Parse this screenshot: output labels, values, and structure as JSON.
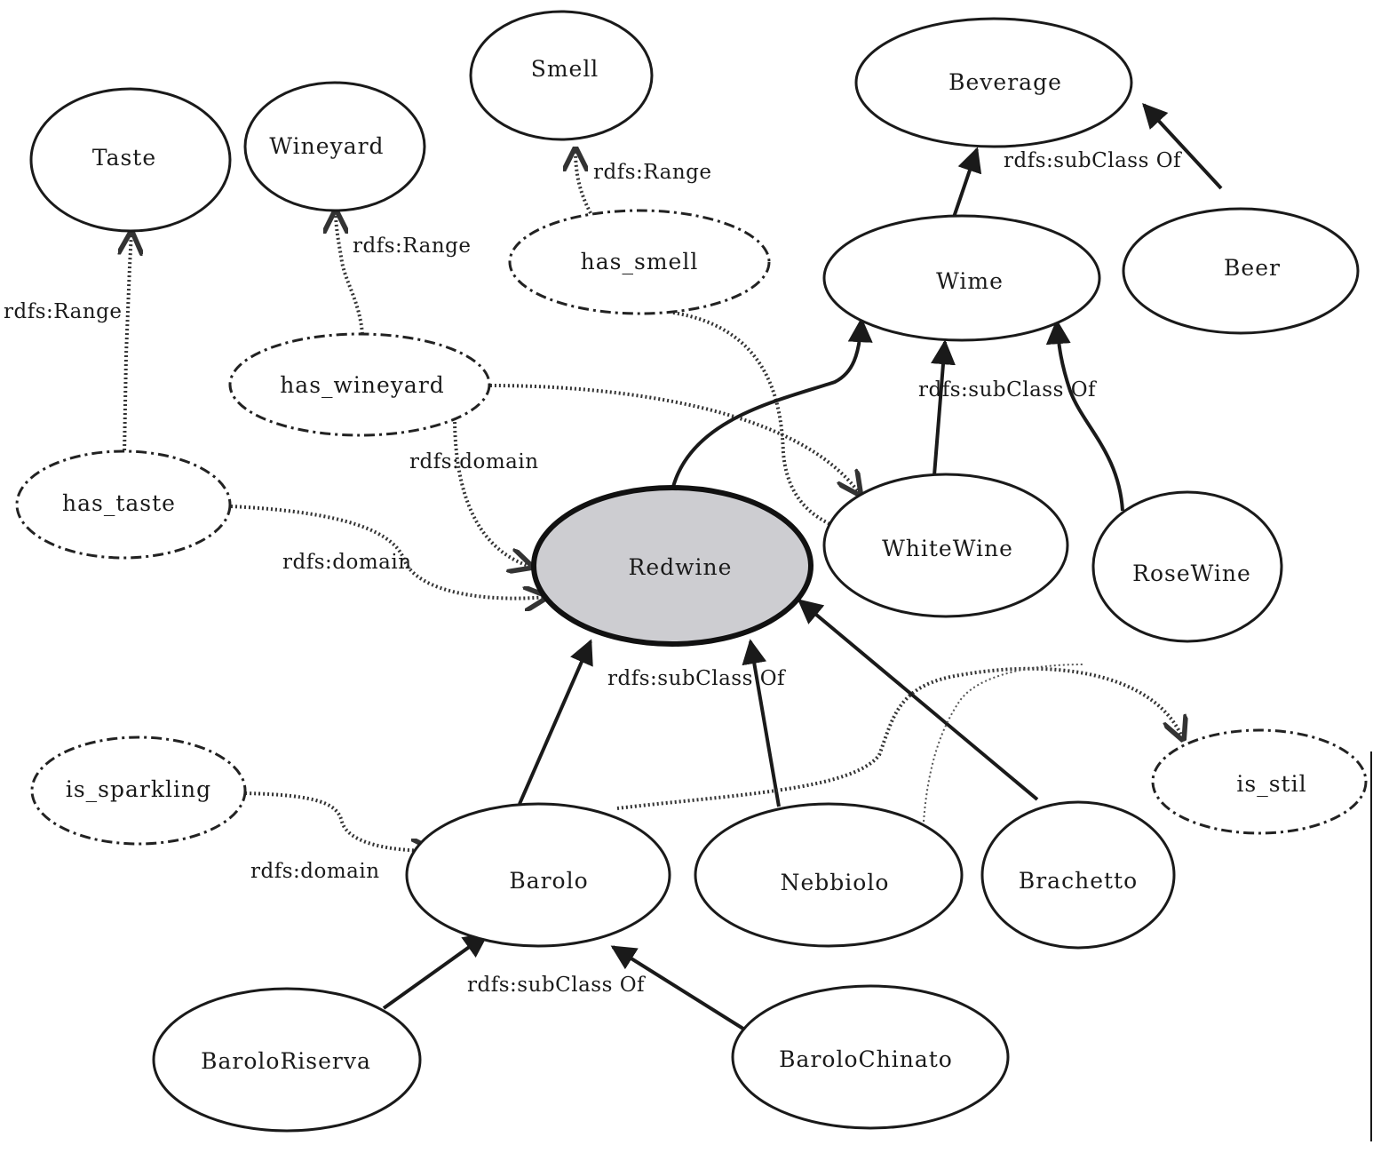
{
  "diagram": {
    "nodes": {
      "taste": "Taste",
      "wineyard": "Wineyard",
      "smell": "Smell",
      "beverage": "Beverage",
      "has_smell": "has_smell",
      "wime": "Wime",
      "beer": "Beer",
      "has_wineyard": "has_wineyard",
      "has_taste": "has_taste",
      "redwine": "Redwine",
      "whitewine": "WhiteWine",
      "rosewine": "RoseWine",
      "is_sparkling": "is_sparkling",
      "is_stil": "is_stil",
      "barolo": "Barolo",
      "nebbiolo": "Nebbiolo",
      "brachetto": "Brachetto",
      "baroloriserva": "BaroloRiserva",
      "barolochinato": "BaroloChinato"
    },
    "edge_labels": {
      "smell_range": "rdfs:Range",
      "beverage_subclass": "rdfs:subClass Of",
      "wineyard_range": "rdfs:Range",
      "taste_range": "rdfs:Range",
      "wime_subclass": "rdfs:subClass Of",
      "wineyard_domain": "rdfs:domain",
      "taste_domain": "rdfs:domain",
      "redwine_subclass": "rdfs:subClass Of",
      "sparkling_domain": "rdfs:domain",
      "barolo_subclass": "rdfs:subClass Of"
    }
  }
}
